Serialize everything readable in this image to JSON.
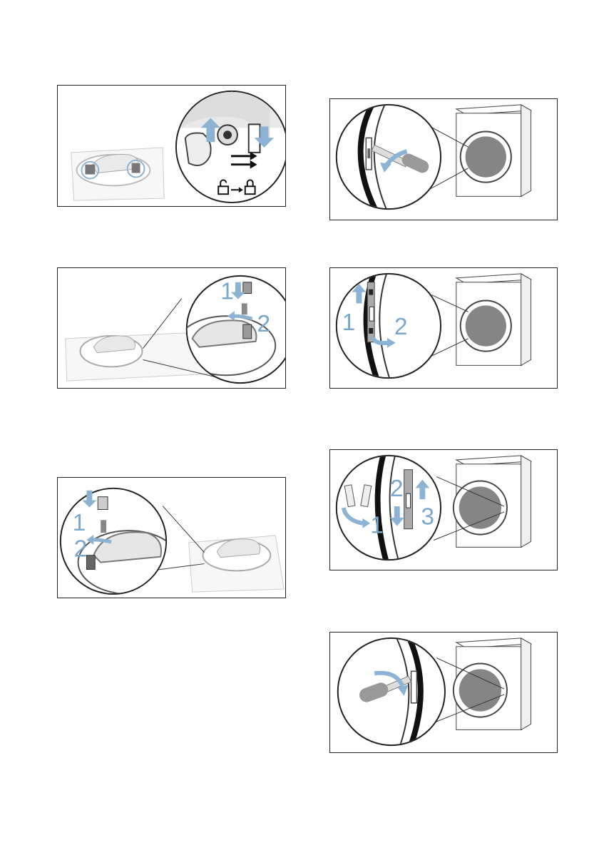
{
  "page": {
    "background": "#ffffff"
  },
  "colors": {
    "accent_arrow": "#8cb3d3",
    "step_numbers": "#7aa8cc",
    "frame": "#222222",
    "door_glass": "#858585"
  },
  "figures": [
    {
      "id": "fig-1",
      "steps": []
    },
    {
      "id": "fig-2",
      "steps": [
        "1",
        "2"
      ]
    },
    {
      "id": "fig-3",
      "steps": [
        "1",
        "2"
      ]
    },
    {
      "id": "fig-4",
      "steps": []
    },
    {
      "id": "fig-5",
      "steps": [
        "1",
        "2"
      ]
    },
    {
      "id": "fig-6",
      "steps": [
        "1",
        "2",
        "3"
      ]
    },
    {
      "id": "fig-7",
      "steps": []
    }
  ]
}
